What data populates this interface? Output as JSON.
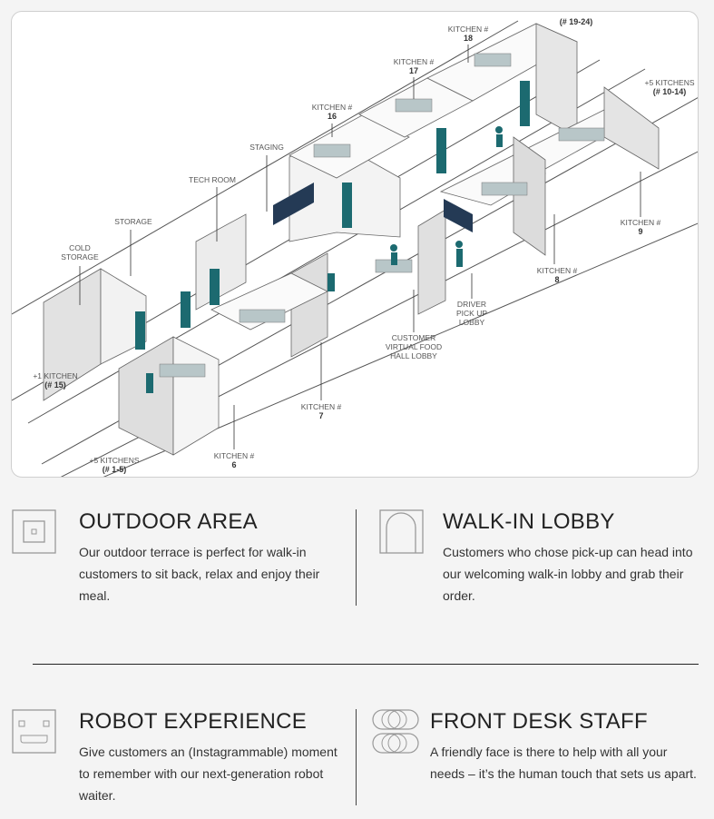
{
  "floorplan": {
    "labels": {
      "k18": {
        "line1": "KITCHEN #",
        "line2": "18"
      },
      "k19_24": {
        "line1": "(# 19-24)"
      },
      "k17": {
        "line1": "KITCHEN #",
        "line2": "17"
      },
      "k10_14": {
        "line1": "+5 KITCHENS",
        "line2": "(# 10-14)"
      },
      "k16": {
        "line1": "KITCHEN #",
        "line2": "16"
      },
      "staging": {
        "line1": "STAGING"
      },
      "tech": {
        "line1": "TECH ROOM"
      },
      "storage": {
        "line1": "STORAGE"
      },
      "cold": {
        "line1": "COLD",
        "line2": "STORAGE"
      },
      "k9": {
        "line1": "KITCHEN #",
        "line2": "9"
      },
      "k8": {
        "line1": "KITCHEN #",
        "line2": "8"
      },
      "driver": {
        "line1": "DRIVER",
        "line2": "PICK UP",
        "line3": "LOBBY"
      },
      "customer": {
        "line1": "CUSTOMER",
        "line2": "VIRTUAL FOOD",
        "line3": "HALL LOBBY"
      },
      "k15": {
        "line1": "+1 KITCHEN",
        "line2": "(# 15)"
      },
      "k7": {
        "line1": "KITCHEN #",
        "line2": "7"
      },
      "k6": {
        "line1": "KITCHEN #",
        "line2": "6"
      },
      "k1_5": {
        "line1": "+5 KITCHENS",
        "line2": "(# 1-5)"
      }
    },
    "colors": {
      "teal": "#1c6a70",
      "wall": "#dcdcdc",
      "navy": "#243a55"
    }
  },
  "features": [
    {
      "icon": "outdoor-area-icon",
      "title": "OUTDOOR AREA",
      "text": "Our outdoor terrace is perfect for walk-in customers to sit back, relax and enjoy their meal."
    },
    {
      "icon": "walk-in-lobby-icon",
      "title": "WALK-IN LOBBY",
      "text": "Customers who chose pick-up can head into our welcoming walk-in lobby and grab their order."
    },
    {
      "icon": "robot-icon",
      "title": "ROBOT EXPERIENCE",
      "text": "Give customers an (Instagrammable) moment to remember with our next-generation robot waiter."
    },
    {
      "icon": "front-desk-icon",
      "title": "FRONT DESK STAFF",
      "text": "A friendly face is there to help with all your needs – it’s the human touch that sets us apart."
    }
  ]
}
